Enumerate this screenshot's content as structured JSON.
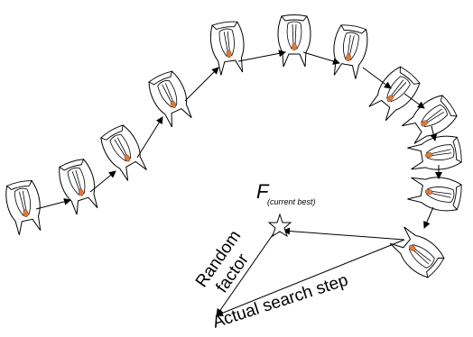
{
  "diagram": {
    "best_label": "F",
    "best_subscript": "(current best)",
    "random_factor_line1": "Random",
    "random_factor_line2": "factor",
    "actual_step_label": "Actual search step"
  },
  "colors": {
    "outline": "#000000",
    "gut": "#e07a3a",
    "fill": "#ffffff"
  },
  "icons": {
    "salp": "salp-icon",
    "best": "star-icon"
  }
}
